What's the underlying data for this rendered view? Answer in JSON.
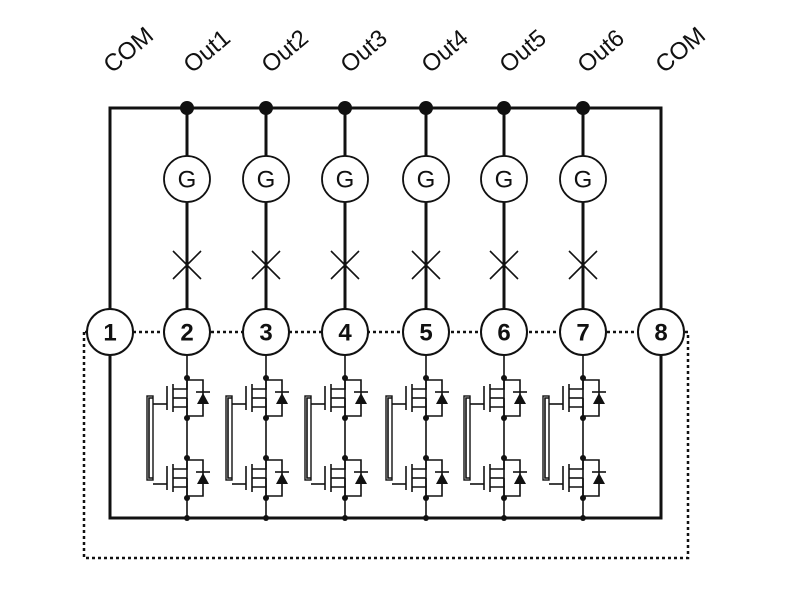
{
  "top_labels": [
    "COM",
    "Out1",
    "Out2",
    "Out3",
    "Out4",
    "Out5",
    "Out6",
    "COM"
  ],
  "pins": [
    "1",
    "2",
    "3",
    "4",
    "5",
    "6",
    "7",
    "8"
  ],
  "generator_symbol": "G",
  "colors": {
    "line": "#111111",
    "background": "#ffffff"
  }
}
